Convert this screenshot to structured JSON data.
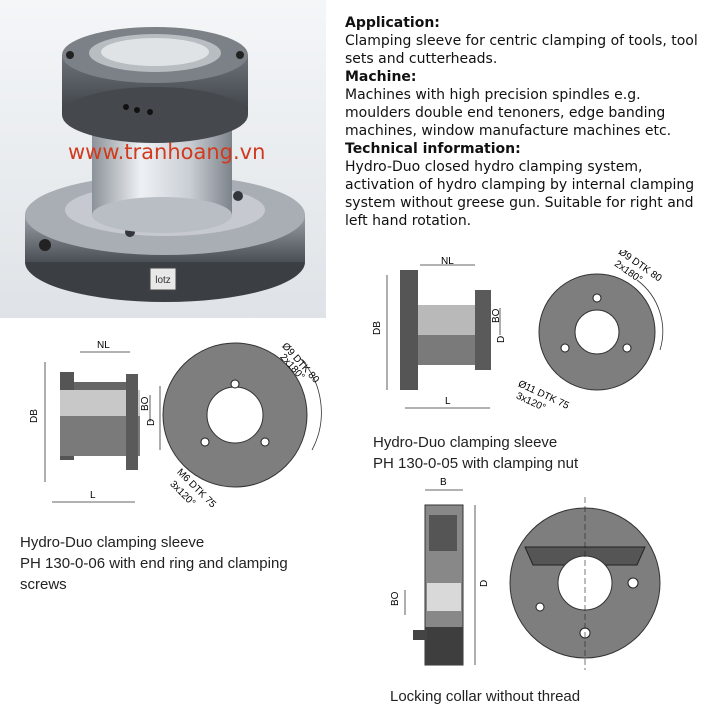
{
  "watermark": "www.tranhoang.vn",
  "photo_badge": "lotz",
  "info": {
    "application_heading": "Application:",
    "application_text": "Clamping sleeve for centric clamping of tools, tool sets and cutterheads.",
    "machine_heading": "Machine:",
    "machine_text": "Machines with high precision spindles e.g. moulders  double end tenoners, edge banding machines, window manufacture machines etc.",
    "technical_heading": "Technical information:",
    "technical_text": "Hydro-Duo closed hydro clamping system, activation of hydro clamping by internal clamping system without greese gun. Suitable for right and left hand rotation."
  },
  "drawing1": {
    "nl": "NL",
    "db": "DB",
    "bo": "BO",
    "d": "D",
    "l": "L",
    "circle_label_1": "Ø9 DTK 80",
    "circle_label_2": "2x180°",
    "screw_label_1": "M6 DTK 75",
    "screw_label_2": "3x120°",
    "caption_line1": "Hydro-Duo clamping sleeve",
    "caption_line2": "PH 130-0-06 with end ring and clamping",
    "caption_line3": "screws"
  },
  "drawing2": {
    "nl": "NL",
    "db": "DB",
    "bo": "BO",
    "d": "D",
    "l": "L",
    "circle_label_1": "Ø9 DTK 80",
    "circle_label_2": "2x180°",
    "screw_label_1": "Ø11 DTK 75",
    "screw_label_2": "3x120°",
    "caption_line1": "Hydro-Duo clamping sleeve",
    "caption_line2": "PH 130-0-05 with clamping nut"
  },
  "drawing3": {
    "b": "B",
    "bo": "BO",
    "d": "D",
    "caption": "Locking collar without thread"
  }
}
